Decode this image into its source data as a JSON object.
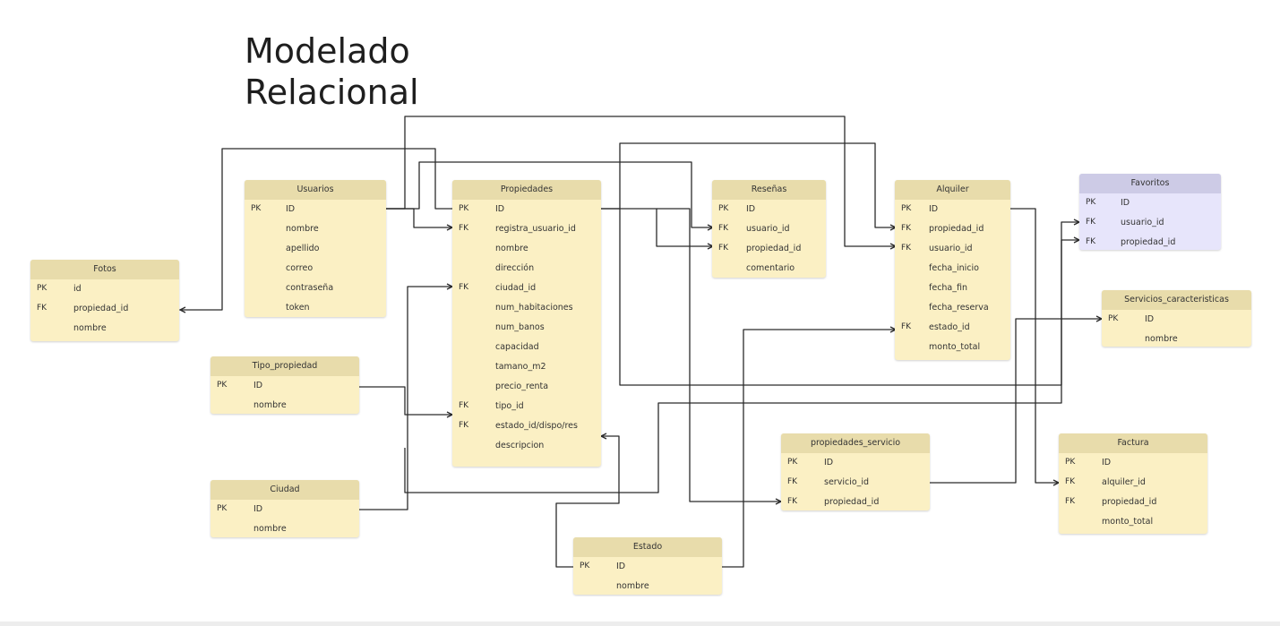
{
  "title": {
    "line1": "Modelado",
    "line2": "Relacional"
  },
  "colors": {
    "entity": "#fbf0c4",
    "header": "#e8dcab",
    "favoritos": "#e7e5fb",
    "line": "#2b2b2b"
  },
  "entities": {
    "usuarios": {
      "name": "Usuarios",
      "rows": [
        {
          "key": "PK",
          "field": "ID"
        },
        {
          "key": "",
          "field": "nombre"
        },
        {
          "key": "",
          "field": "apellido"
        },
        {
          "key": "",
          "field": "correo"
        },
        {
          "key": "",
          "field": "contraseña"
        },
        {
          "key": "",
          "field": "token"
        }
      ]
    },
    "propiedades": {
      "name": "Propiedades",
      "rows": [
        {
          "key": "PK",
          "field": "ID"
        },
        {
          "key": "FK",
          "field": "registra_usuario_id"
        },
        {
          "key": "",
          "field": "nombre"
        },
        {
          "key": "",
          "field": "dirección"
        },
        {
          "key": "FK",
          "field": "ciudad_id"
        },
        {
          "key": "",
          "field": "num_habitaciones"
        },
        {
          "key": "",
          "field": "num_banos"
        },
        {
          "key": "",
          "field": "capacidad"
        },
        {
          "key": "",
          "field": "tamano_m2"
        },
        {
          "key": "",
          "field": "precio_renta"
        },
        {
          "key": "FK",
          "field": "tipo_id"
        },
        {
          "key": "FK",
          "field": "estado_id/dispo/res"
        },
        {
          "key": "",
          "field": "descripcion"
        }
      ]
    },
    "resenas": {
      "name": "Reseñas",
      "rows": [
        {
          "key": "PK",
          "field": "ID"
        },
        {
          "key": "FK",
          "field": "usuario_id"
        },
        {
          "key": "FK",
          "field": "propiedad_id"
        },
        {
          "key": "",
          "field": "comentario"
        }
      ]
    },
    "alquiler": {
      "name": "Alquiler",
      "rows": [
        {
          "key": "PK",
          "field": "ID"
        },
        {
          "key": "FK",
          "field": "propiedad_id"
        },
        {
          "key": "FK",
          "field": "usuario_id"
        },
        {
          "key": "",
          "field": "fecha_inicio"
        },
        {
          "key": "",
          "field": "fecha_fin"
        },
        {
          "key": "",
          "field": "fecha_reserva"
        },
        {
          "key": "FK",
          "field": "estado_id"
        },
        {
          "key": "",
          "field": "monto_total"
        }
      ]
    },
    "favoritos": {
      "name": "Favoritos",
      "rows": [
        {
          "key": "PK",
          "field": "ID"
        },
        {
          "key": "FK",
          "field": "usuario_id"
        },
        {
          "key": "FK",
          "field": "propiedad_id"
        }
      ]
    },
    "servicios": {
      "name": "Servicios_caracteristicas",
      "rows": [
        {
          "key": "PK",
          "field": "ID"
        },
        {
          "key": "",
          "field": "nombre"
        }
      ]
    },
    "fotos": {
      "name": "Fotos",
      "rows": [
        {
          "key": "PK",
          "field": "id"
        },
        {
          "key": "FK",
          "field": "propiedad_id"
        },
        {
          "key": "",
          "field": "nombre"
        }
      ]
    },
    "tipo_propiedad": {
      "name": "Tipo_propiedad",
      "rows": [
        {
          "key": "PK",
          "field": "ID"
        },
        {
          "key": "",
          "field": "nombre"
        }
      ]
    },
    "ciudad": {
      "name": "Ciudad",
      "rows": [
        {
          "key": "PK",
          "field": "ID"
        },
        {
          "key": "",
          "field": "nombre"
        }
      ]
    },
    "propiedades_servicio": {
      "name": "propiedades_servicio",
      "rows": [
        {
          "key": "PK",
          "field": "ID"
        },
        {
          "key": "FK",
          "field": "servicio_id"
        },
        {
          "key": "FK",
          "field": "propiedad_id"
        }
      ]
    },
    "factura": {
      "name": "Factura",
      "rows": [
        {
          "key": "PK",
          "field": "ID"
        },
        {
          "key": "FK",
          "field": "alquiler_id"
        },
        {
          "key": "FK",
          "field": "propiedad_id"
        },
        {
          "key": "",
          "field": "monto_total"
        }
      ]
    },
    "estado": {
      "name": "Estado",
      "rows": [
        {
          "key": "PK",
          "field": "ID"
        },
        {
          "key": "",
          "field": "nombre"
        }
      ]
    }
  }
}
